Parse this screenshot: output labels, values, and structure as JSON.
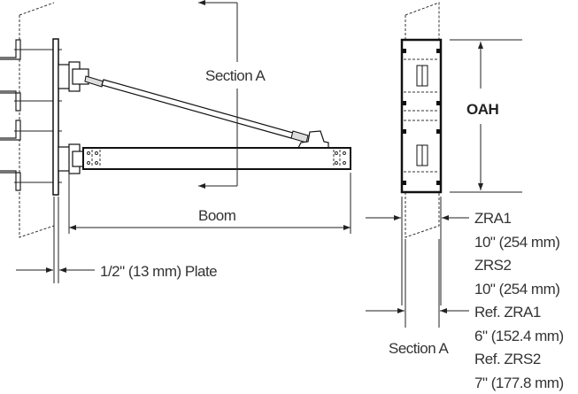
{
  "side_view": {
    "section_label": "Section A",
    "boom_label": "Boom",
    "plate_label": "1/2\" (13 mm) Plate"
  },
  "section_view": {
    "height_label": "OAH",
    "width_lines": [
      "ZRA1",
      "10\" (254 mm)",
      "ZRS2",
      "10\" (254 mm)"
    ],
    "ref_lines": [
      "Ref. ZRA1",
      "6\" (152.4 mm)",
      "Ref. ZRS2",
      "7\" (177.8 mm)"
    ],
    "section_label": "Section A"
  }
}
